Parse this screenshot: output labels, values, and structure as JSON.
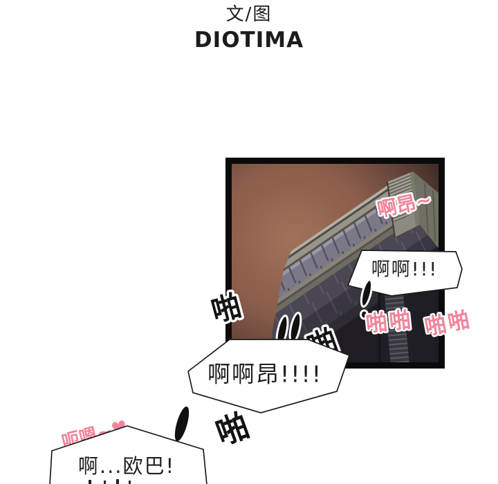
{
  "header": {
    "credit": "文/图",
    "author": "DIOTIMA"
  },
  "colors": {
    "pink": "#f2849a",
    "ink": "#141414",
    "panel_border": "#0b0b0b"
  },
  "bubbles": {
    "top": {
      "text": "啊啊!!!"
    },
    "middle": {
      "text": "啊啊昂!!!!"
    },
    "bottom": {
      "text": "啊...欧巴!"
    }
  },
  "sfx": {
    "moan_top": "啊昂~",
    "slap_double_inner": "啪啪",
    "slap_double_outer": "啪啪",
    "slap_left": "啪",
    "slap_mid": "啪",
    "slap_bottom": "啪",
    "moan_bottom": "呃嗯~♥"
  }
}
